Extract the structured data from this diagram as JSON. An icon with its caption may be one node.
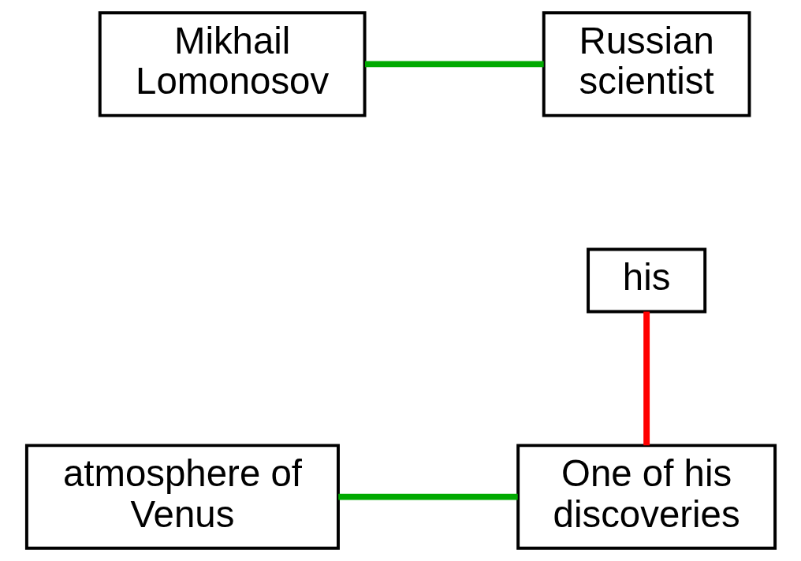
{
  "diagram": {
    "nodes": [
      {
        "text": [
          "Mikhail Lomonosov"
        ]
      },
      {
        "text": [
          "Russian scientist"
        ]
      },
      {
        "text": [
          "his"
        ]
      },
      {
        "text": [
          "atmosphere of Venus"
        ]
      },
      {
        "text": [
          "One of his discoveries"
        ]
      }
    ],
    "edges": [
      {
        "from": 0,
        "to": 1,
        "arrow": "none"
      },
      {
        "from": 2,
        "to": 4,
        "arrow": "none",
        "color": "#ff0000"
      },
      {
        "from": 3,
        "to": 4,
        "arrow": "none"
      }
    ]
  }
}
